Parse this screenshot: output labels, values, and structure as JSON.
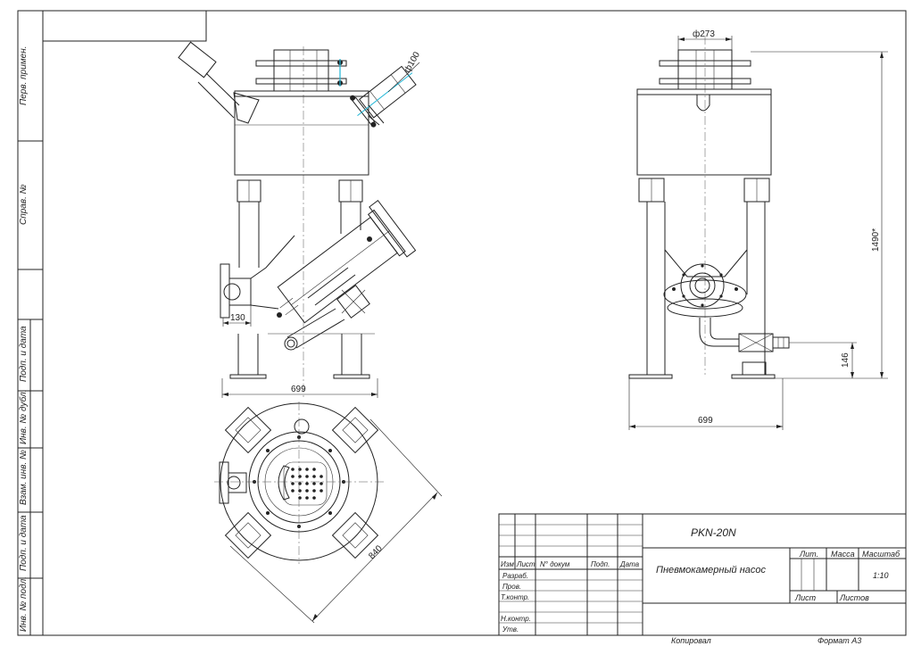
{
  "side_labels": {
    "perv_primen": "Перв. примен.",
    "sprav_no": "Справ. №",
    "podp_data_1": "Подп. и дата",
    "inv_dubl": "Инв. № дубл.",
    "vzam_inv": "Взам. инв. №",
    "podp_data_2": "Подп. и дата",
    "inv_podl": "Инв. № подл."
  },
  "dimensions": {
    "diam_100": "ф100",
    "dim_130": "130",
    "dim_699_left": "699",
    "diam_273": "ф273",
    "dim_1490": "1490*",
    "dim_146": "146",
    "dim_699_right": "699",
    "dim_840": "840"
  },
  "title_block": {
    "designation": "PKN-20N",
    "name": "Пневмокамерный насос",
    "col_izm": "Изм",
    "col_list": "Лист",
    "col_doc": "N° докум",
    "col_podp": "Подп.",
    "col_data": "Дата",
    "razrab": "Разраб.",
    "prov": "Пров.",
    "t_kontr": "Т.контр.",
    "n_kontr": "Н.контр.",
    "utv": "Утв.",
    "lit": "Лит.",
    "massa": "Масса",
    "masshtab": "Масштаб",
    "scale_value": "1:10",
    "list": "Лист",
    "listov": "Листов",
    "kopiroval": "Копировал",
    "format": "Формат А3"
  }
}
